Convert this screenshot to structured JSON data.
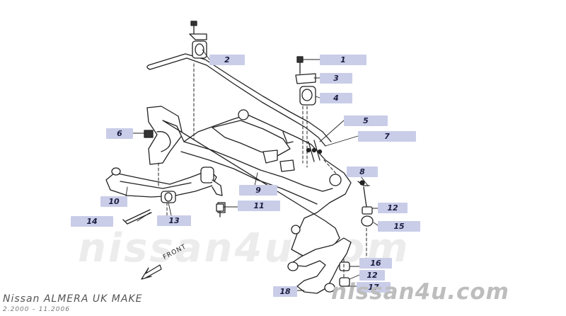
{
  "callouts": {
    "c1": "1",
    "c2": "2",
    "c3": "3",
    "c4": "4",
    "c5": "5",
    "c6": "6",
    "c7": "7",
    "c8": "8",
    "c9": "9",
    "c10": "10",
    "c11": "11",
    "c12a": "12",
    "c12b": "12",
    "c13": "13",
    "c14": "14",
    "c15": "15",
    "c16": "16",
    "c17": "17",
    "c18": "18"
  },
  "watermark": "nissan4u.com",
  "watermark_small": "nissan4u.com",
  "caption": {
    "model": "Nissan ALMERA UK MAKE",
    "dates": "2.2000 – 11.2006"
  },
  "front_label": "FRONT"
}
